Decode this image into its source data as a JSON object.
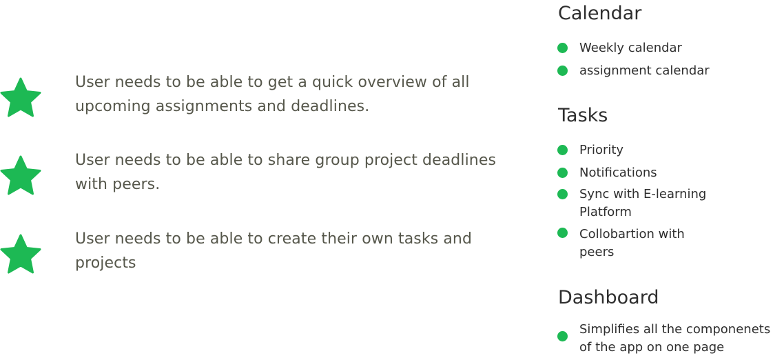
{
  "colors": {
    "star": "#1db954",
    "bullet": "#1db954",
    "body_text": "#56574b",
    "heading_text": "#2e2e2e"
  },
  "requirements": [
    {
      "icon": "star-icon",
      "text": "User needs to be able to get a quick overview of all upcoming assignments and deadlines."
    },
    {
      "icon": "star-icon",
      "text": "User needs to be able to share group project deadlines with peers."
    },
    {
      "icon": "star-icon",
      "text": "User needs to be able to create their own tasks and projects"
    }
  ],
  "sections": [
    {
      "title": "Calendar",
      "items": [
        "Weekly calendar",
        "assignment calendar"
      ]
    },
    {
      "title": "Tasks",
      "items": [
        "Priority",
        "Notifications",
        "Sync with E-learning Platform",
        "Collobartion with peers"
      ]
    },
    {
      "title": "Dashboard",
      "items": [
        "Simplifies all the componenets of the app on one page"
      ]
    }
  ]
}
